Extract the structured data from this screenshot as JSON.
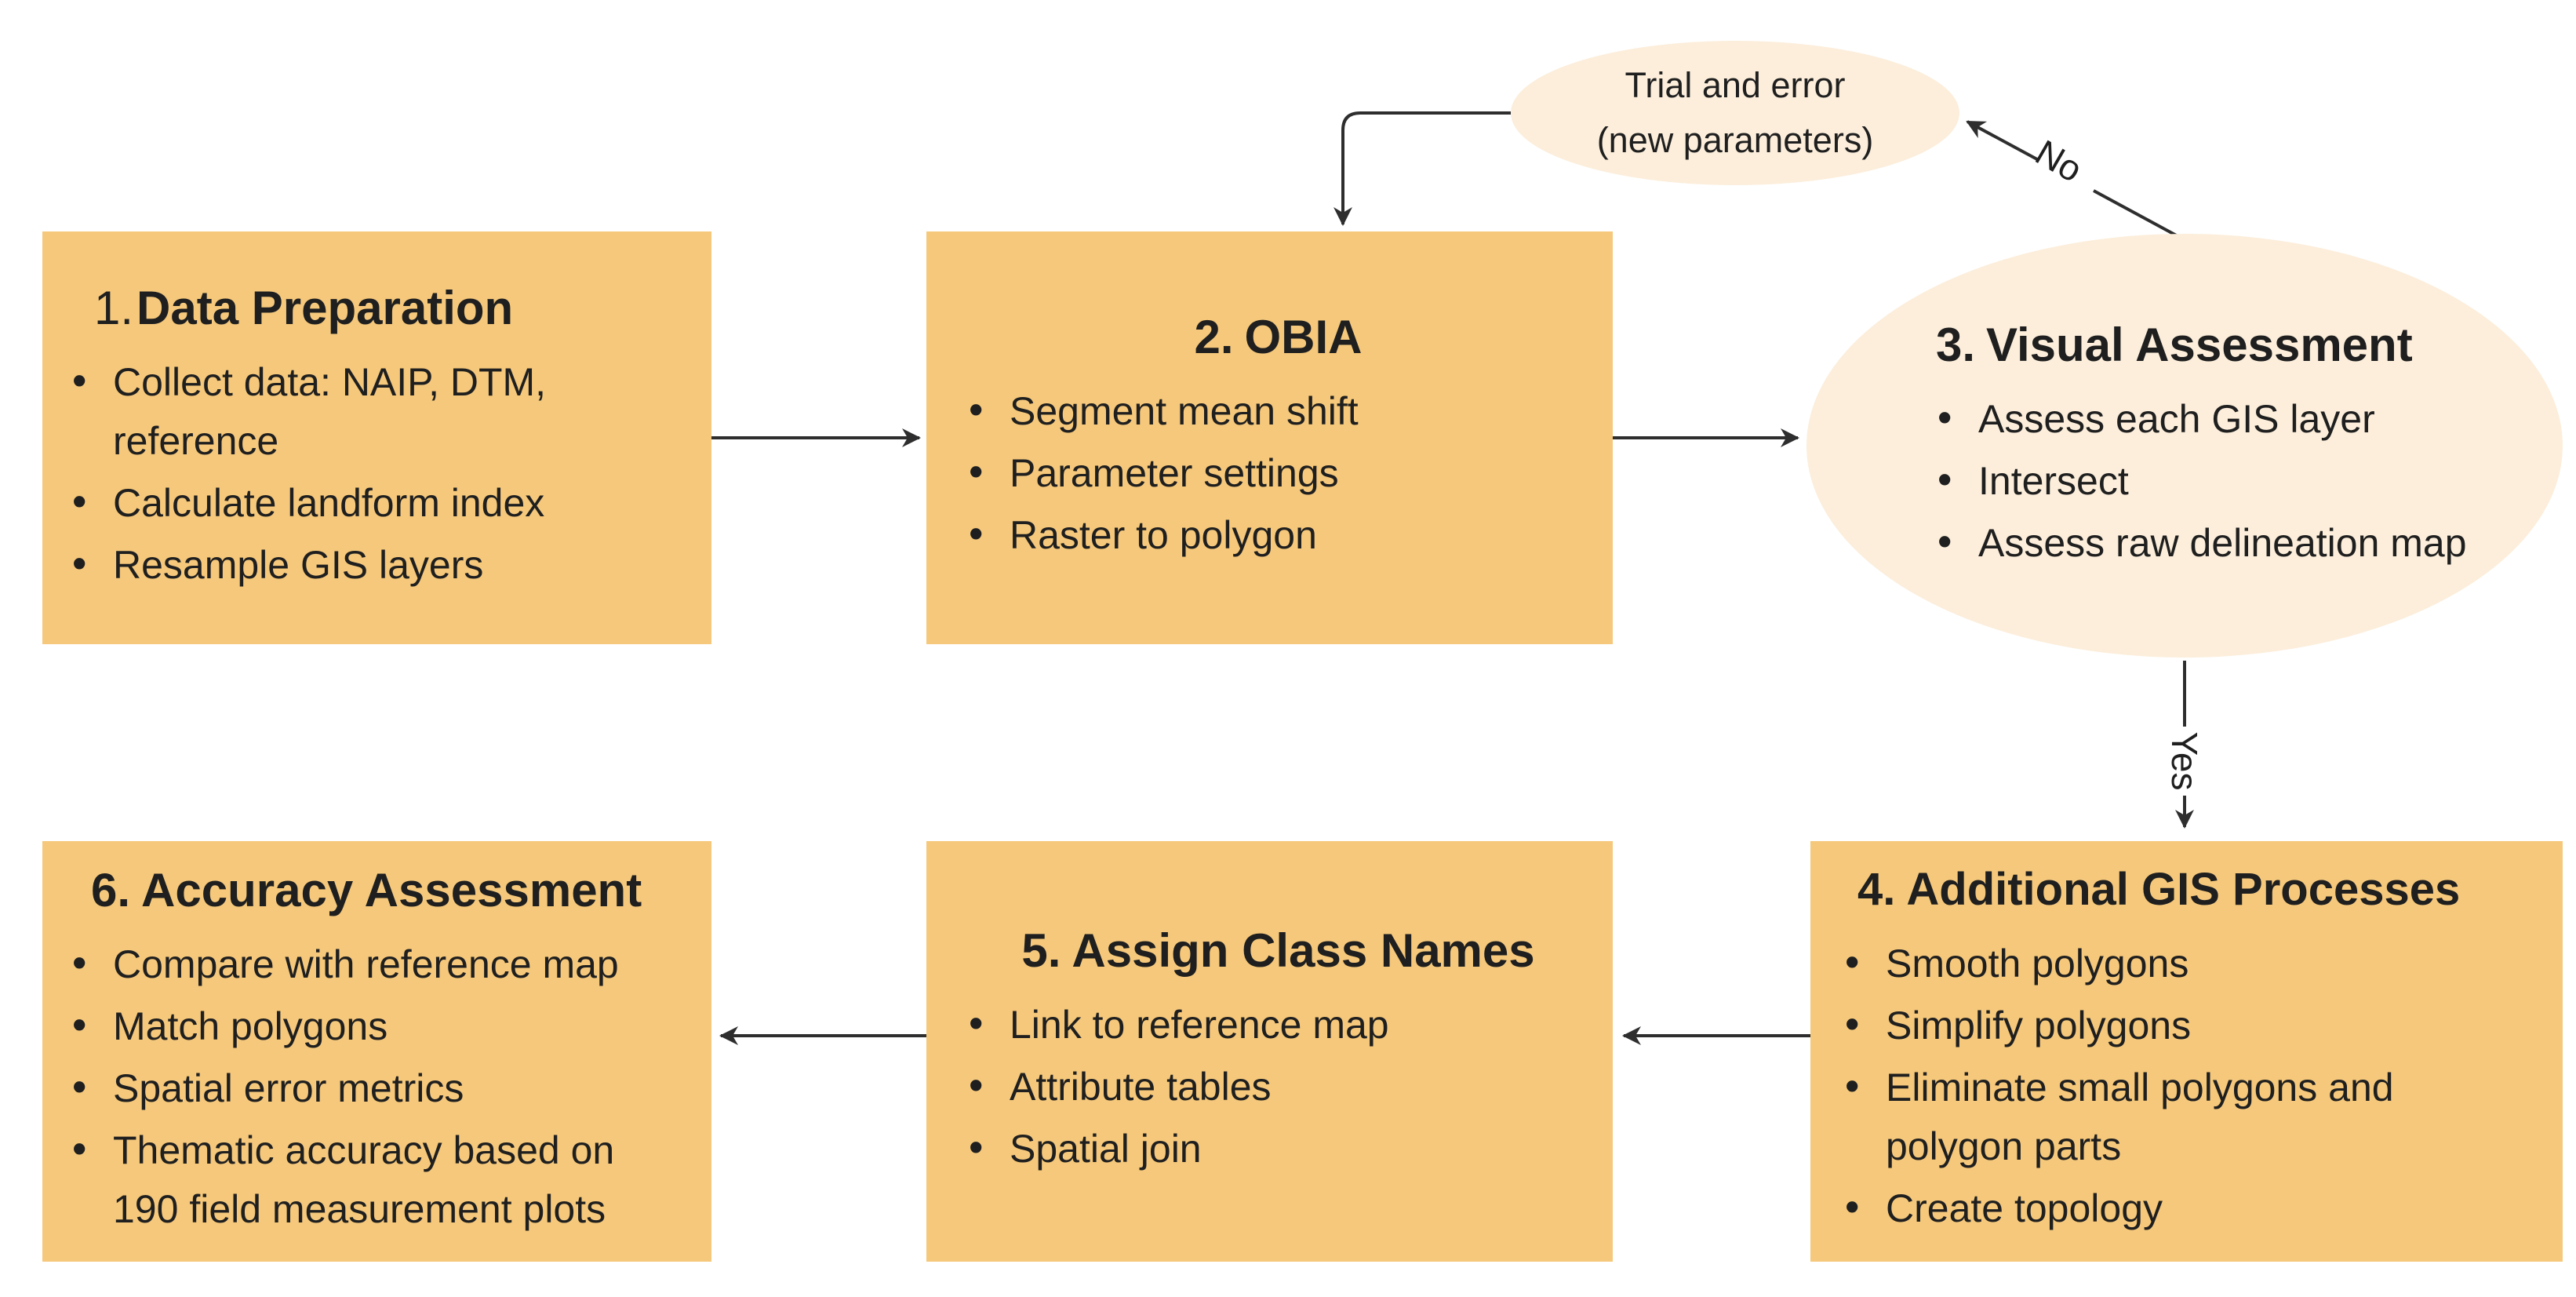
{
  "diagram": {
    "colors": {
      "box_fill": "#F5C87B",
      "ellipse_fill": "#FCEEDB",
      "arrow": "#2E2E2E",
      "text": "#1F1F1F",
      "background": "#FFFFFF"
    },
    "nodes": [
      {
        "number": "1.",
        "title": "Data Preparation",
        "shape": "rectangle",
        "bullets": [
          "Collect data: NAIP, DTM,\nreference",
          "Calculate landform index",
          "Resample GIS layers"
        ]
      },
      {
        "number": "2.",
        "title": "OBIA",
        "shape": "rectangle",
        "bullets": [
          "Segment mean shift",
          "Parameter settings",
          "Raster to polygon"
        ]
      },
      {
        "number": "3.",
        "title": "Visual Assessment",
        "shape": "ellipse",
        "bullets": [
          "Assess each GIS layer",
          "Intersect",
          "Assess raw delineation map"
        ]
      },
      {
        "number": "4.",
        "title": "Additional GIS Processes",
        "shape": "rectangle",
        "bullets": [
          "Smooth polygons",
          "Simplify polygons",
          "Eliminate small polygons and\npolygon parts",
          "Create topology"
        ]
      },
      {
        "number": "5.",
        "title": "Assign Class Names",
        "shape": "rectangle",
        "bullets": [
          "Link to reference map",
          "Attribute tables",
          "Spatial join"
        ]
      },
      {
        "number": "6.",
        "title": "Accuracy Assessment",
        "shape": "rectangle",
        "bullets": [
          "Compare with reference map",
          "Match polygons",
          "Spatial error metrics",
          "Thematic accuracy based on\n190 field measurement plots"
        ]
      }
    ],
    "trial_node": {
      "line1": "Trial and error",
      "line2": "(new parameters)",
      "shape": "ellipse"
    },
    "edge_labels": {
      "no": "No",
      "yes": "Yes"
    }
  }
}
